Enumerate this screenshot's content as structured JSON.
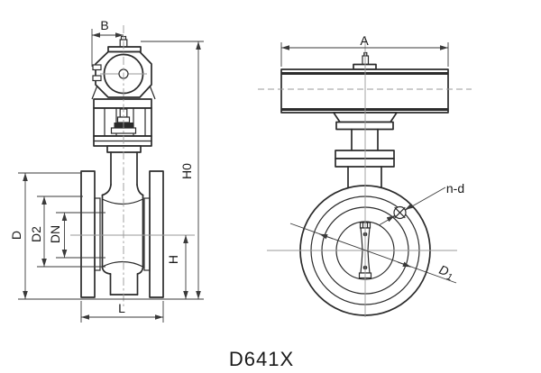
{
  "title": "D641X",
  "drawing": {
    "type": "technical-drawing",
    "subject": "pneumatic-butterfly-valve",
    "views": [
      {
        "id": "front-elevation-view",
        "dimension_labels": [
          "B",
          "H0",
          "D",
          "D2",
          "DN",
          "H",
          "L"
        ]
      },
      {
        "id": "side-face-view",
        "dimension_labels": [
          "A",
          "n-d",
          "D1"
        ]
      }
    ]
  },
  "labels": {
    "B": "B",
    "A": "A",
    "H0": "H0",
    "D": "D",
    "D2": "D2",
    "DN": "DN",
    "H": "H",
    "L": "L",
    "n_d": "n-d",
    "D1_main": "D",
    "D1_sub": "1"
  },
  "colors": {
    "background": "#ffffff",
    "line": "#2b2b2b",
    "dimension": "#3a3a3a",
    "centerline": "#999999",
    "text": "#1a1a1a"
  }
}
